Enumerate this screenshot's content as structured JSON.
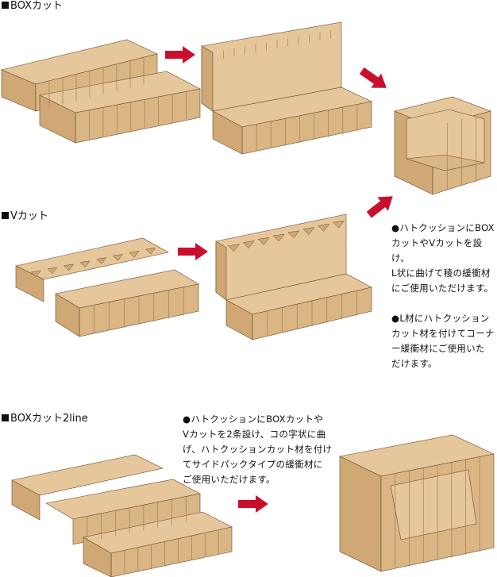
{
  "sections": [
    {
      "marker": "■",
      "label": "BOXカット"
    },
    {
      "marker": "■",
      "label": "Vカット"
    },
    {
      "marker": "■",
      "label": "BOXカット2line"
    }
  ],
  "notes": {
    "lshape": [
      "●ハトクッションにBOX",
      "カットやVカットを設け、",
      "L状に曲げて稜の緩衝材",
      "にご使用いただけます。"
    ],
    "corner": [
      "●L材にハトクッション",
      "カット材を付けてコーナ",
      "ー緩衝材にご使用いた",
      "だけます。"
    ],
    "twoline": [
      "●ハトクッションにBOXカットや",
      "Vカットを2条設け、コの字状に曲",
      "げ、ハトクッションカット材を付け",
      "てサイドパックタイプの緩衝材に",
      "ご使用いただけます。"
    ]
  },
  "colors": {
    "board_top": "#e6c79c",
    "board_side": "#cfa875",
    "board_cell": "#d9b684",
    "board_shadow": "#a87e4c",
    "outline": "#6b4a2a",
    "arrow": "#c8102e"
  },
  "icons": [
    "arrow-right-icon",
    "arrow-down-right-icon",
    "arrow-up-right-icon"
  ]
}
